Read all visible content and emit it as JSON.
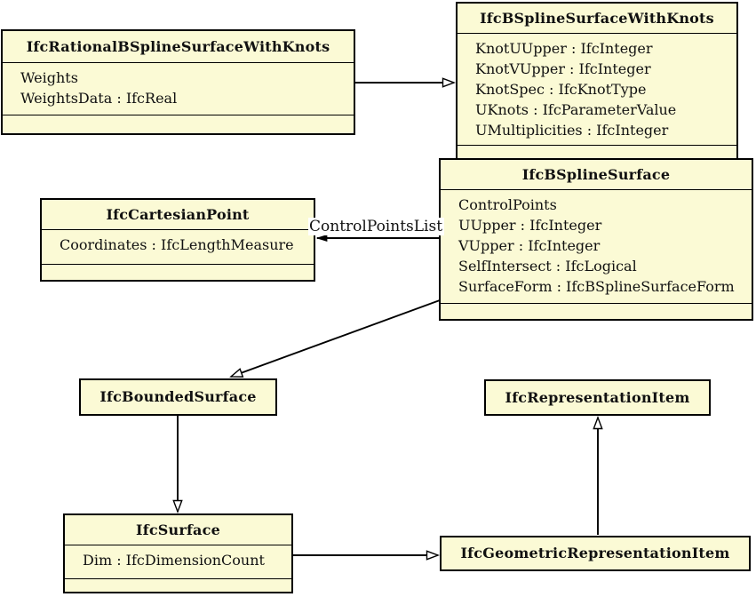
{
  "diagram": {
    "title": "IFC B-Spline Surface class diagram",
    "colors": {
      "class_fill": "#FBFAD5",
      "border": "#000000",
      "background": "#FFFFFF"
    },
    "classes": [
      {
        "name": "IfcRationalBSplineSurfaceWithKnots",
        "attributes": [
          "Weights",
          "WeightsData : IfcReal"
        ]
      },
      {
        "name": "IfcBSplineSurfaceWithKnots",
        "attributes": [
          "KnotUUpper : IfcInteger",
          "KnotVUpper : IfcInteger",
          "KnotSpec : IfcKnotType",
          "UKnots : IfcParameterValue",
          "UMultiplicities : IfcInteger"
        ]
      },
      {
        "name": "IfcBSplineSurface",
        "attributes": [
          "ControlPoints",
          "UUpper : IfcInteger",
          "VUpper : IfcInteger",
          "SelfIntersect : IfcLogical",
          "SurfaceForm : IfcBSplineSurfaceForm"
        ]
      },
      {
        "name": "IfcCartesianPoint",
        "attributes": [
          "Coordinates : IfcLengthMeasure"
        ]
      },
      {
        "name": "IfcBoundedSurface",
        "attributes": []
      },
      {
        "name": "IfcRepresentationItem",
        "attributes": []
      },
      {
        "name": "IfcSurface",
        "attributes": [
          "Dim : IfcDimensionCount"
        ]
      },
      {
        "name": "IfcGeometricRepresentationItem",
        "attributes": []
      }
    ],
    "edge_label": "ControlPointsList",
    "relationships": [
      {
        "from": "IfcRationalBSplineSurfaceWithKnots",
        "to": "IfcBSplineSurfaceWithKnots",
        "type": "inheritance"
      },
      {
        "from": "IfcBSplineSurface",
        "to": "IfcCartesianPoint",
        "type": "association",
        "label": "ControlPointsList"
      },
      {
        "from": "IfcBSplineSurface",
        "to": "IfcBoundedSurface",
        "type": "inheritance"
      },
      {
        "from": "IfcBoundedSurface",
        "to": "IfcSurface",
        "type": "inheritance"
      },
      {
        "from": "IfcSurface",
        "to": "IfcGeometricRepresentationItem",
        "type": "inheritance"
      },
      {
        "from": "IfcGeometricRepresentationItem",
        "to": "IfcRepresentationItem",
        "type": "inheritance"
      }
    ]
  }
}
